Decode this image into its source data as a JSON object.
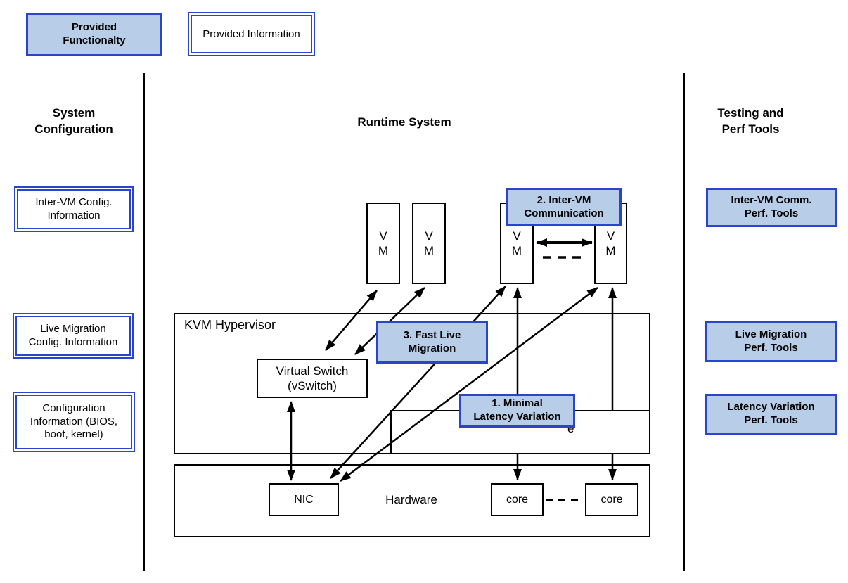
{
  "legend": {
    "functionality_label": "Provided\nFunctionalty",
    "information_label": "Provided Information"
  },
  "left_column": {
    "title": "System\nConfiguration",
    "boxes": [
      {
        "label": "Inter-VM Config.\nInformation"
      },
      {
        "label": "Live Migration\nConfig. Information"
      },
      {
        "label": "Configuration\nInformation (BIOS,\nboot, kernel)"
      }
    ]
  },
  "center": {
    "title": "Runtime System",
    "hypervisor_label": "KVM Hypervisor",
    "vswitch_label": "Virtual Switch\n(vSwitch)",
    "hardware_label": "Hardware",
    "nic_label": "NIC",
    "core1_label": "core",
    "core2_label": "core",
    "vm_label": "V\nM",
    "occluded_box_visible_text": "e",
    "callouts": [
      {
        "label": "1. Minimal\nLatency Variation"
      },
      {
        "label": "2. Inter-VM\nCommunication"
      },
      {
        "label": "3. Fast Live\nMigration"
      }
    ]
  },
  "right_column": {
    "title": "Testing and\nPerf Tools",
    "boxes": [
      {
        "label": "Inter-VM Comm.\nPerf. Tools"
      },
      {
        "label": "Live Migration\nPerf. Tools"
      },
      {
        "label": "Latency Variation\nPerf. Tools"
      }
    ]
  },
  "colors": {
    "callout_fill": "#b8cde8",
    "callout_border": "#2a44cc",
    "line_color": "#000000"
  }
}
